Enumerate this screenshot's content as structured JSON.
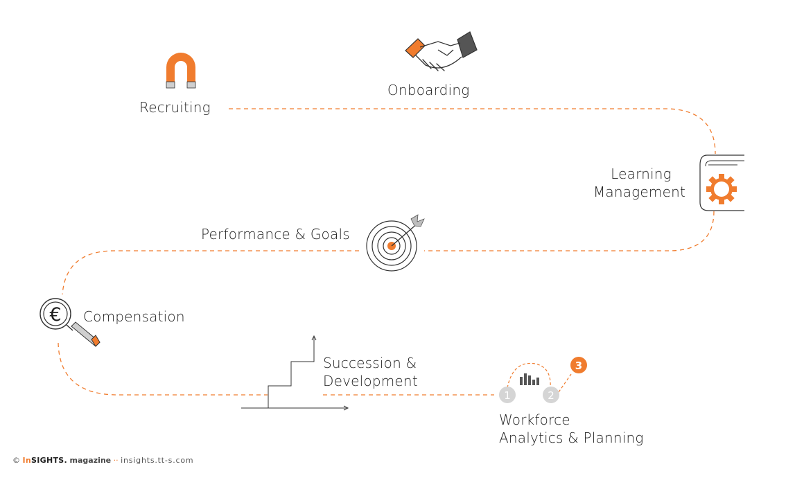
{
  "stages": {
    "recruiting": "Recruiting",
    "onboarding": "Onboarding",
    "learning_line1": "Learning",
    "learning_line2": "Management",
    "performance": "Performance & Goals",
    "compensation": "Compensation",
    "succession_line1": "Succession &",
    "succession_line2": "Development",
    "workforce_line1": "Workforce",
    "workforce_line2": "Analytics & Planning"
  },
  "icons": {
    "compensation_symbol": "€",
    "learning_symbol": "@",
    "step_1": "1",
    "step_2": "2",
    "step_3": "3"
  },
  "footer": {
    "copyright": "©",
    "brand_in": "In",
    "brand_rest": "SIGHTS.",
    "magazine": "magazine",
    "separator": "··",
    "url": "insights.tt-s.com"
  },
  "colors": {
    "accent": "#f07c2e",
    "dark": "#333333",
    "grey": "#cccccc",
    "light_grey": "#d5d5d5"
  }
}
